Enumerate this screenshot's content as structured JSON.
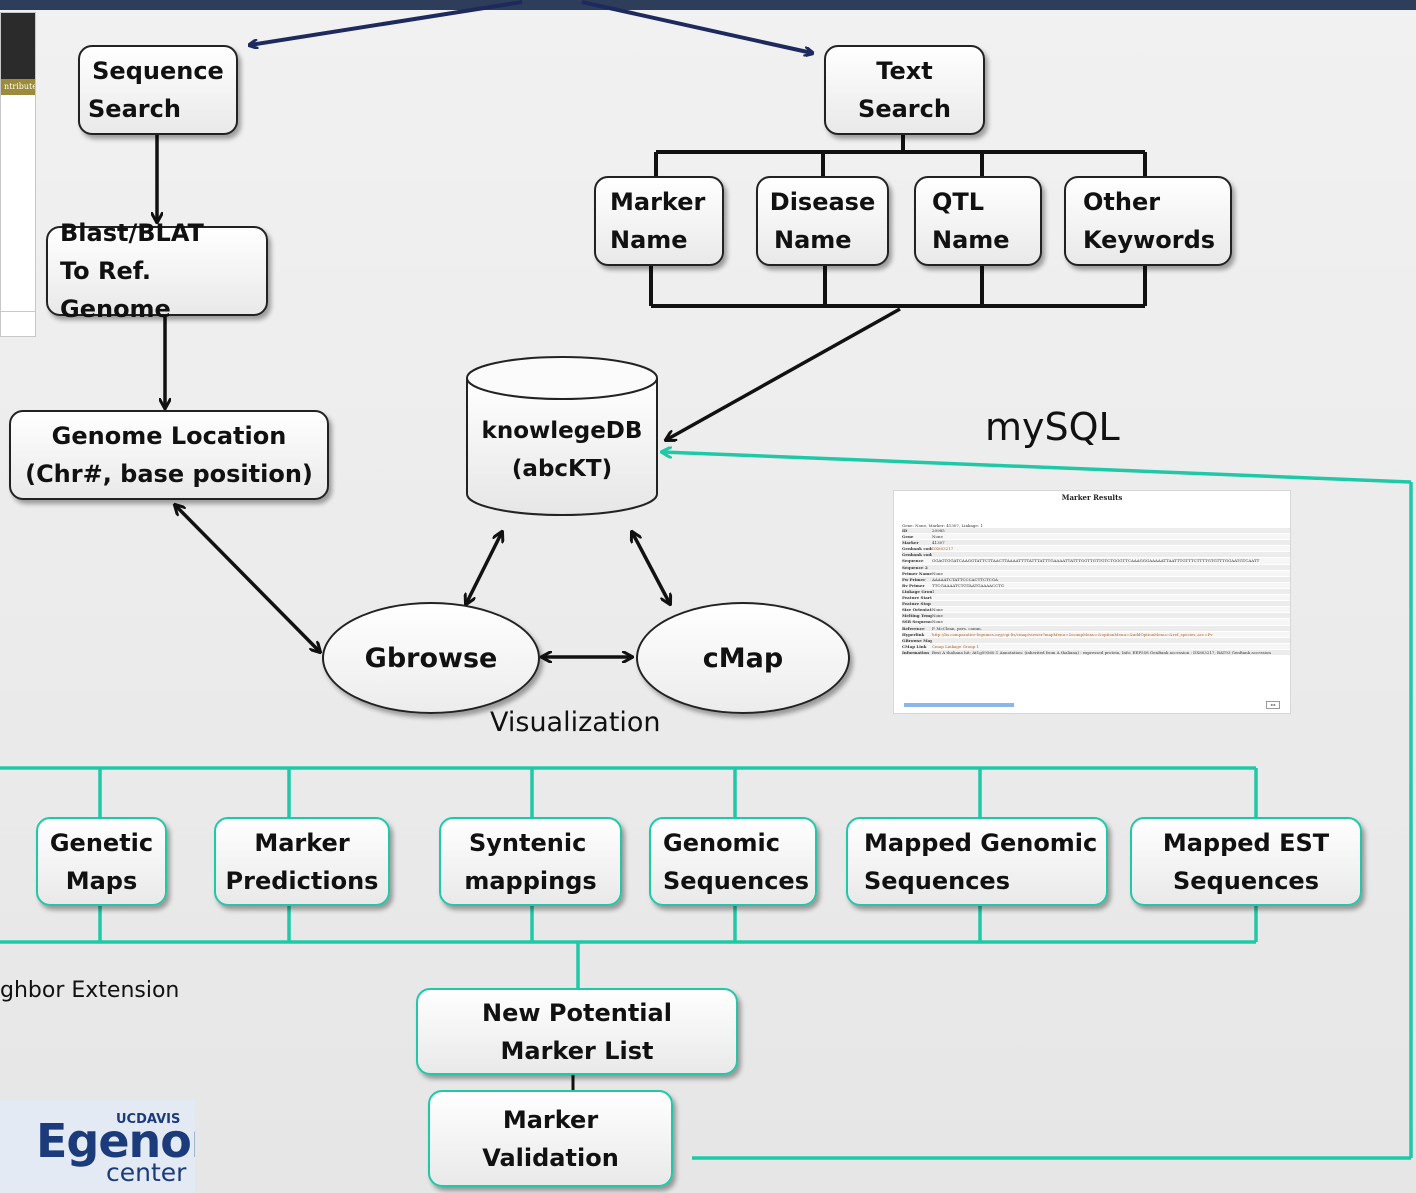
{
  "nodes": {
    "sequence_search": [
      "Sequence",
      "Search"
    ],
    "text_search": [
      "Text",
      "Search"
    ],
    "marker_name": [
      "Marker",
      "Name"
    ],
    "disease_name": [
      "Disease",
      "Name"
    ],
    "qtl_name": [
      "QTL",
      "Name"
    ],
    "other_keywords": [
      "Other",
      "Keywords"
    ],
    "blast_blat": [
      "Blast/BLAT",
      "To Ref. Genome"
    ],
    "genome_location": [
      "Genome Location",
      "(Chr#, base position)"
    ],
    "knowledge_db": [
      "knowlegeDB",
      "(abcKT)"
    ],
    "gbrowse": "Gbrowse",
    "cmap": "cMap",
    "genetic_maps": [
      "Genetic",
      "Maps"
    ],
    "marker_predictions": [
      "Marker",
      "Predictions"
    ],
    "syntenic_mappings": [
      "Syntenic",
      "mappings"
    ],
    "genomic_sequences": [
      "Genomic",
      "Sequences"
    ],
    "mapped_genomic_sequences": [
      "Mapped Genomic",
      "Sequences"
    ],
    "mapped_est_sequences": [
      "Mapped EST",
      "Sequences"
    ],
    "new_potential_marker_list": [
      "New Potential",
      "Marker List"
    ],
    "marker_validation": [
      "Marker",
      "Validation"
    ]
  },
  "labels": {
    "mysql": "mySQL",
    "visualization": "Visualization",
    "neighbor_extension": "ghbor Extension",
    "top_left_strip": "ntribute"
  },
  "thumbnail": {
    "title": "Marker Results",
    "summary": "Gene: None, Marker: 41307, Linkage: 1",
    "rows": [
      {
        "k": "ID",
        "v": "20985"
      },
      {
        "k": "Gene",
        "v": "None"
      },
      {
        "k": "Marker",
        "v": "41307"
      },
      {
        "k": "Genbank code",
        "v": "DX803217",
        "link": true
      },
      {
        "k": "Genbank code 2",
        "v": ""
      },
      {
        "k": "Sequence",
        "v": "GGAGTGGATCAAGGTATTCTTAACTTAAAATTTTATTTATTTGAAAATTATTTGGTTGTTGTCTGGGTTCAAAGGGAAAAATTAATTTGTTTCTTTTGTGTTTGGAATGTCAATT"
      },
      {
        "k": "Sequence 2",
        "v": ""
      },
      {
        "k": "Primer Names",
        "v": "None"
      },
      {
        "k": "Fw Primer",
        "v": "AAAAATCTATTCCCACTTCTCGA"
      },
      {
        "k": "Rv Primer",
        "v": "TTCGAAAATCTGTAATGAAAACCTG"
      },
      {
        "k": "Linkage Group",
        "v": "1"
      },
      {
        "k": "Feature Start (cM)",
        "v": ""
      },
      {
        "k": "Feature Stop (cM)",
        "v": ""
      },
      {
        "k": "Size Orientation",
        "v": "None"
      },
      {
        "k": "Melting Temp",
        "v": "None"
      },
      {
        "k": "SSR Sequence",
        "v": "None"
      },
      {
        "k": "Reference",
        "v": "P. McClean, pers. comm."
      },
      {
        "k": "Hyperlink",
        "v": "http://lis.comparative-legumes.org/cgi-lis/cmap/viewer?mapMenu=&compMenu=&optionMenu=&addOptionMenu=&ref_species_acc=Pv",
        "link": true
      },
      {
        "k": "GBrowse Mappings",
        "v": ""
      },
      {
        "k": "CMap Link",
        "v": "Cmap Linkage Group 1",
        "link": true
      },
      {
        "k": "Information",
        "v": "Best A thaliana hit: At1g59560.1 Annotation: (inherited from A thaliana) : expressed protein, Info: EEP558 GenBank accession : DX803217, BAT93 GenBank accession"
      }
    ]
  },
  "logo": {
    "uc": "UCDAVIS",
    "genome": "Egenome",
    "center": "center"
  },
  "colors": {
    "top_bar": "#2e3d5a",
    "arrow_blue": "#1e2a5e",
    "teal": "#1fc9a7",
    "ink": "#111111"
  }
}
